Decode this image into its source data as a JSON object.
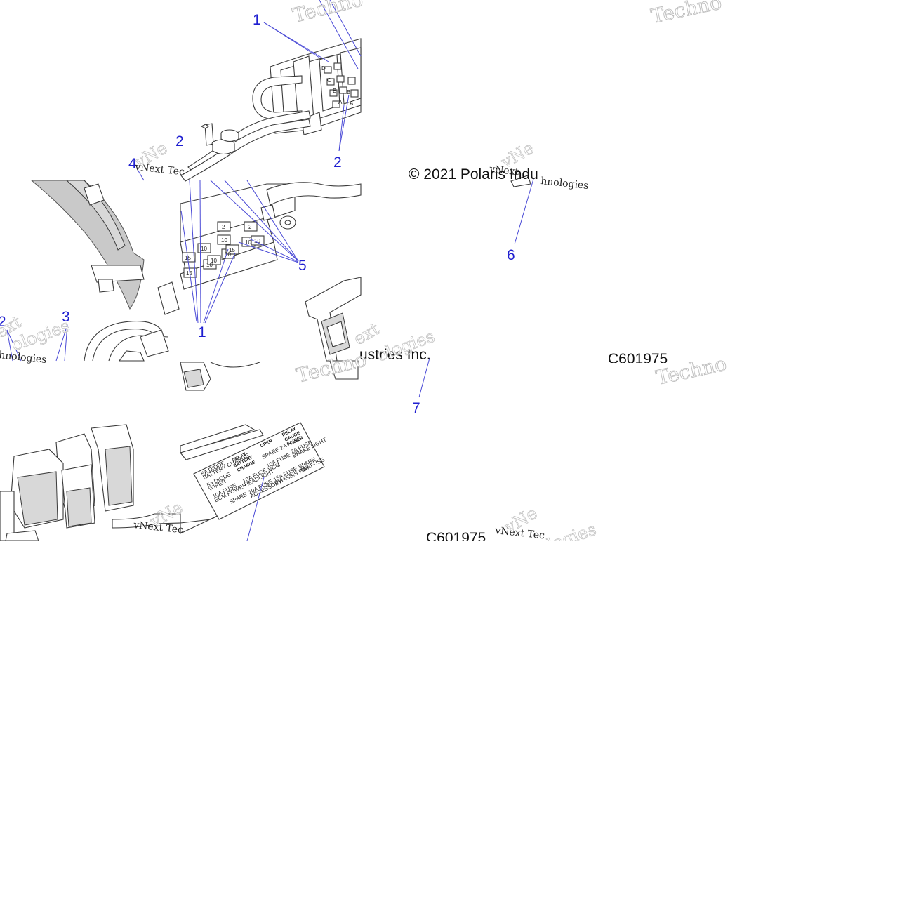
{
  "callouts": {
    "c1_top": "1",
    "c2_top": "2",
    "c2_top_right": "2",
    "c4": "4",
    "c2_left": "2",
    "c3": "3",
    "c5": "5",
    "c1_mid": "1",
    "c6": "6",
    "c7": "7"
  },
  "copyright": "© 2021 Polaris Industries Inc.",
  "copyright_left_part": "© 2021 Polaris Indu",
  "copyright_right_part": "ustries Inc.",
  "diagram_code": "C601975",
  "diagram_code_partial": "C601975",
  "watermark": {
    "brand_line": "vNext Technologies",
    "small_a": "vNext Tec",
    "small_b": "hnologies",
    "small_c": "vNext",
    "big_a": "Techno",
    "big_b": "Techno",
    "big_c": "Techno",
    "big_d": "Techno",
    "med_a": "vNe",
    "med_b": "ologies",
    "med_c": "ext"
  },
  "fuse_values": [
    "15",
    "10",
    "10",
    "10",
    "15",
    "10",
    "2",
    "2",
    "10",
    "10",
    "15",
    "10"
  ],
  "connector_pins": [
    "D",
    "C",
    "B",
    "A",
    "B",
    "A"
  ],
  "fuse_label": {
    "col1": [
      "RELAY",
      "BATTERY",
      "CHARGE"
    ],
    "col2": [
      "OPEN"
    ],
    "col3": [
      "RELAY",
      "GAUGE",
      "POWER"
    ],
    "small": [
      "5A DIODE",
      "BATTERY CHARGE",
      "5A DIODE",
      "WIPER",
      "10A FUSE",
      "ECM POWER",
      "10A FUSE",
      "HEADLIGHT",
      "SPARE 2A FUSE",
      "10A FUSE",
      "VCM",
      "2A FUSE",
      "BRAKE LIGHT",
      "SPARE",
      "10A FUSE",
      "ACCESSORY",
      "15A FUSE",
      "CHASSIS PWR",
      "SPARE",
      "15A FUSE"
    ]
  }
}
